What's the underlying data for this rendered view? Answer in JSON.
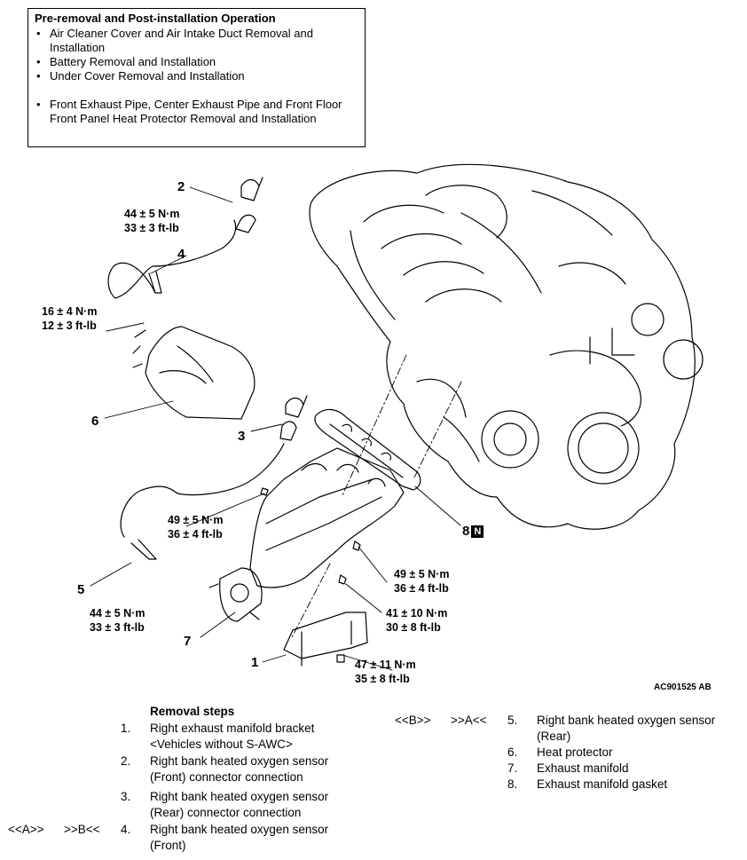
{
  "preop": {
    "heading": "Pre-removal and Post-installation Operation",
    "items": [
      {
        "line1": "Air Cleaner Cover and Air Intake Duct Removal and",
        "line2": "Installation"
      },
      {
        "line1": "Battery Removal and Installation",
        "line2": ""
      },
      {
        "line1": "Under Cover Removal and Installation",
        "line2": ""
      },
      {
        "line1": "Front Exhaust Pipe, Center Exhaust Pipe and Front Floor",
        "line2": "Front Panel Heat Protector Removal and Installation"
      }
    ]
  },
  "diagram": {
    "callouts": [
      "1",
      "2",
      "3",
      "4",
      "5",
      "6",
      "7",
      "8"
    ],
    "badge": "N",
    "torques": [
      {
        "nm": "44 ± 5 N·m",
        "ftlb": "33 ± 3 ft-lb"
      },
      {
        "nm": "16 ± 4 N·m",
        "ftlb": "12 ± 3 ft-lb"
      },
      {
        "nm": "49 ± 5 N·m",
        "ftlb": "36 ± 4 ft-lb"
      },
      {
        "nm": "44 ± 5 N·m",
        "ftlb": "33 ± 3 ft-lb"
      },
      {
        "nm": "49 ± 5 N·m",
        "ftlb": "36 ± 4 ft-lb"
      },
      {
        "nm": "41 ± 10 N·m",
        "ftlb": "30 ± 8 ft-lb"
      },
      {
        "nm": "47 ± 11 N·m",
        "ftlb": "35 ± 8 ft-lb"
      }
    ],
    "figure_code": "AC901525 AB"
  },
  "removal": {
    "title": "Removal steps",
    "steps": [
      {
        "num": "1.",
        "line1": "Right exhaust manifold bracket",
        "line2": "<Vehicles without S-AWC>"
      },
      {
        "num": "2.",
        "line1": "Right bank heated oxygen sensor",
        "line2": "(Front) connector connection"
      },
      {
        "num": "3.",
        "line1": "Right bank heated oxygen sensor",
        "line2": "(Rear) connector connection"
      },
      {
        "num": "4.",
        "line1": "Right bank heated oxygen sensor",
        "line2": "(Front)",
        "tag_left": "<<A>>",
        "tag_right": ">>B<<"
      },
      {
        "num": "5.",
        "line1": "Right bank heated oxygen sensor",
        "line2": "(Rear)",
        "tag_left": "<<B>>",
        "tag_right": ">>A<<"
      },
      {
        "num": "6.",
        "line1": "Heat protector",
        "line2": ""
      },
      {
        "num": "7.",
        "line1": "Exhaust manifold",
        "line2": ""
      },
      {
        "num": "8.",
        "line1": "Exhaust manifold gasket",
        "line2": ""
      }
    ]
  }
}
